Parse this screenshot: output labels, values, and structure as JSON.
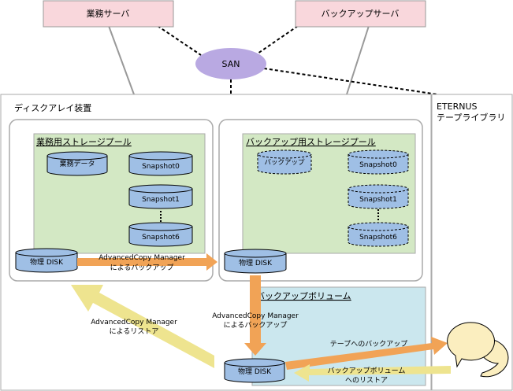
{
  "servers": {
    "business": "業務サーバ",
    "backup": "バックアップサーバ"
  },
  "san": "SAN",
  "disk_array": {
    "title": "ディスクアレイ装置"
  },
  "tape": {
    "line1": "ETERNUS",
    "line2": "テープライブラリ"
  },
  "business_pool": {
    "title": "業務用ストレージプール",
    "data": "業務データ",
    "snapshot0": "Snapshot0",
    "snapshot1": "Snapshot1",
    "snapshot6": "Snapshot6",
    "physical_disk": "物理 DISK"
  },
  "backup_pool": {
    "title": "バックアップ用ストレージプール",
    "backup": "バックアップ",
    "snapshot0": "Snapshot0",
    "snapshot1": "Snapshot1",
    "snapshot6": "Snapshot6",
    "physical_disk": "物理 DISK"
  },
  "backup_volume": {
    "title": "バックアップボリューム",
    "physical_disk": "物理 DISK"
  },
  "arrows": {
    "copy_h_line1": "AdvancedCopy Manager",
    "copy_h_line2": "によるバックアップ",
    "copy_v_line1": "AdvancedCopy Manager",
    "copy_v_line2": "によるバックアップ",
    "restore_line1": "AdvancedCopy Manager",
    "restore_line2": "によるリストア",
    "to_tape": "テープへのバックアップ",
    "from_tape_line1": "バックアップボリューム",
    "from_tape_line2": "へのリストア"
  },
  "colors": {
    "server_fill": "#f9d7dc",
    "san_fill": "#b9a9e2",
    "pool_fill": "#d3e8c4",
    "volume_fill": "#cbe7ee",
    "disk_fill": "#9fbfe5",
    "orange_arrow": "#f1a356",
    "yellow_arrow": "#eee48f",
    "tape_fill": "#fbeebf"
  }
}
